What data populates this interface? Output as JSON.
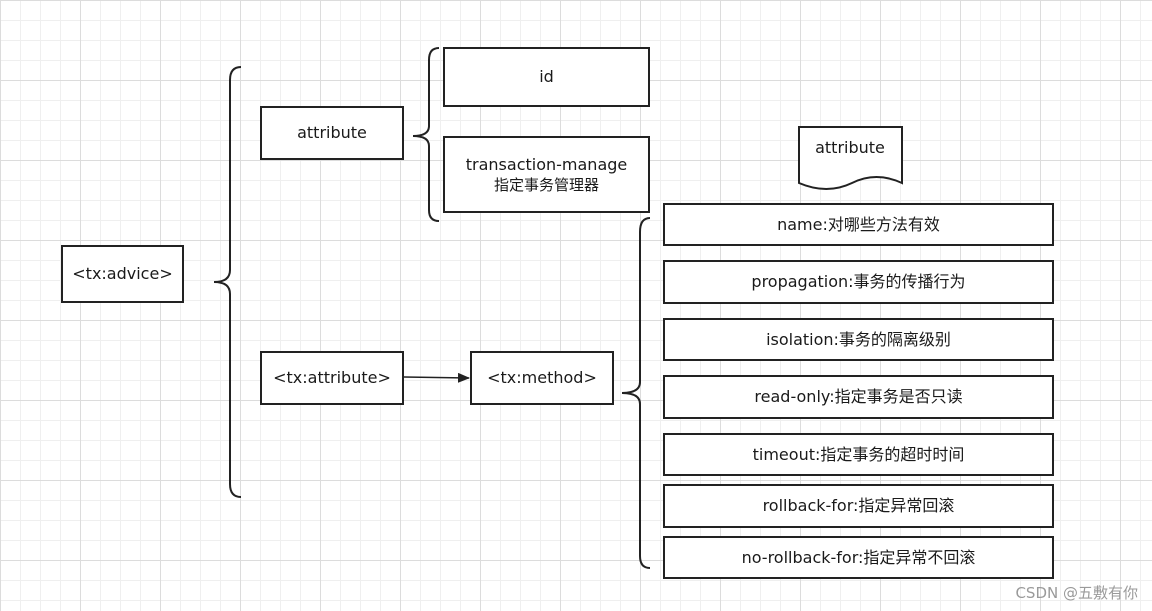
{
  "diagram": {
    "root": "<tx:advice>",
    "attribute": "attribute",
    "tx_attribute": "<tx:attribute>",
    "tx_method": "<tx:method>",
    "id": "id",
    "transaction_manager": {
      "line1": "transaction-manage",
      "line2": "指定事务管理器"
    },
    "method_attribute_doc": "attribute",
    "method_attributes": [
      "name:对哪些方法有效",
      "propagation:事务的传播行为",
      "isolation:事务的隔离级别",
      "read-only:指定事务是否只读",
      "timeout:指定事务的超时时间",
      "rollback-for:指定异常回滚",
      "no-rollback-for:指定异常不回滚"
    ]
  },
  "watermark": "CSDN @五敷有你"
}
